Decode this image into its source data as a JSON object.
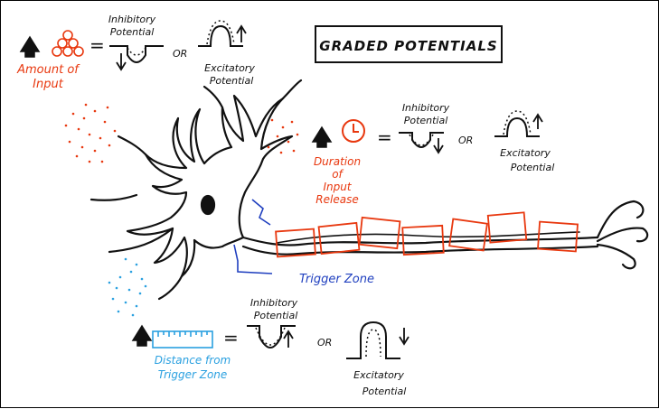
{
  "title": "GRADED POTENTIALS",
  "colors": {
    "ink": "#111111",
    "red": "#e8380f",
    "blue": "#1f3fbf",
    "cyan": "#2aa0e0"
  },
  "labels": {
    "amount_line1": "Amount of",
    "amount_line2": "Input",
    "duration_line1": "Duration",
    "duration_line2": "of",
    "duration_line3": "Input",
    "duration_line4": "Release",
    "distance_line1": "Distance from",
    "distance_line2": "Trigger Zone",
    "trigger_zone": "Trigger Zone"
  },
  "row1": {
    "equals": "=",
    "or": "OR",
    "inhib_line1": "Inhibitory",
    "inhib_line2": "Potential",
    "excit_line1": "Excitatory",
    "excit_line2": "Potential"
  },
  "row2": {
    "equals": "=",
    "or": "OR",
    "inhib_line1": "Inhibitory",
    "inhib_line2": "Potential",
    "excit_line1": "Excitatory",
    "excit_line2": "Potential"
  },
  "row3": {
    "equals": "=",
    "or": "OR",
    "inhib_line1": "Inhibitory",
    "inhib_line2": "Potential",
    "excit_line1": "Excitatory",
    "excit_line2": "Potential"
  }
}
